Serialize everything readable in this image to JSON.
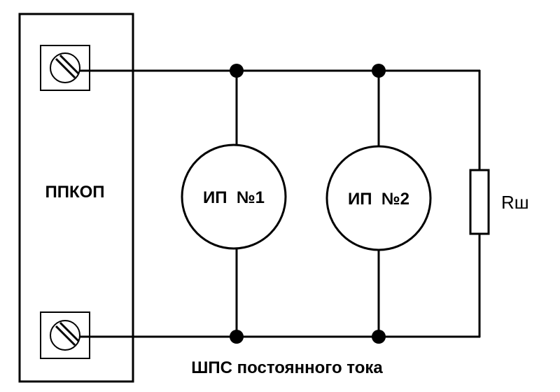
{
  "panel": {
    "label": "ППКОП"
  },
  "detectors": [
    {
      "label": "ИП  №1"
    },
    {
      "label": "ИП  №2"
    }
  ],
  "resistor": {
    "label": "Rш"
  },
  "caption": "ШПС постоянного тока"
}
